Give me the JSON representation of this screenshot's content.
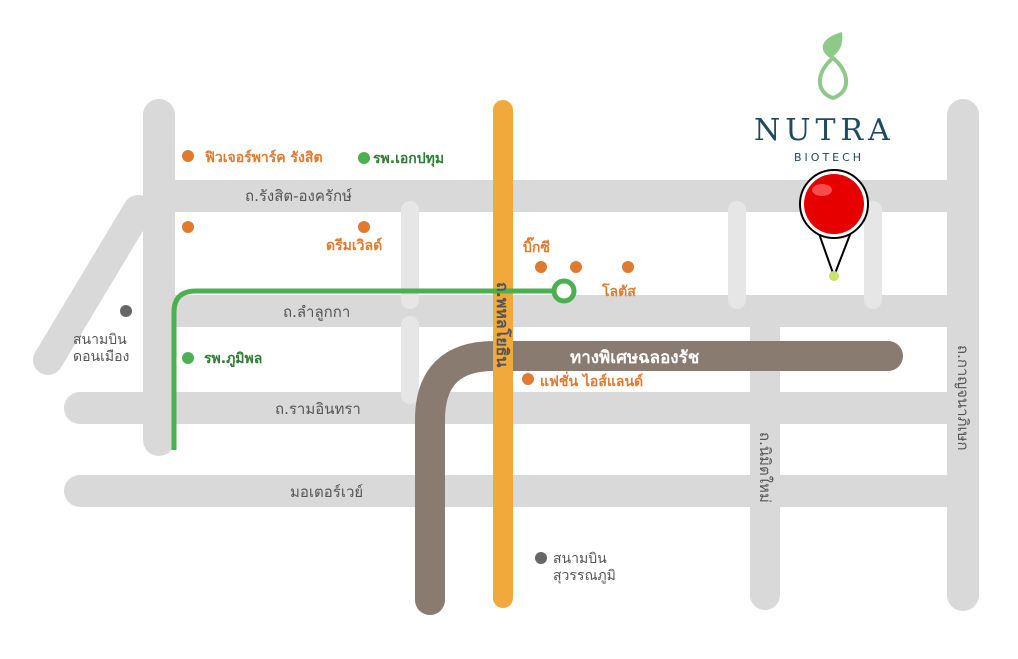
{
  "brand": {
    "name": "NUTRA",
    "sub": "BIOTECH",
    "accent": "#1f4b5e",
    "leaf_color": "#8fc98a"
  },
  "colors": {
    "road": "#d9d9d9",
    "highway": "#f2a93b",
    "expressway": "#8a7b70",
    "rail": "#4caf50",
    "marker": "#e60000",
    "poi_orange": "#e07a2e",
    "poi_green": "#4caf50",
    "poi_gray": "#666666"
  },
  "roads": {
    "rangsit": "ถ.รังสิต-องครักษ์",
    "lamlukka": "ถ.ลำลูกกา",
    "ramintra": "ถ.รามอินทรา",
    "motorway": "มอเตอร์เวย์",
    "phahonyothin": "ถ.พหลโยธิน",
    "kanchanaphisek": "ถ.กาญจนาภิเษก",
    "nimitmai": "ถ.นิมิตใหม่",
    "expressway": "ทางพิเศษฉลองรัช"
  },
  "pois": {
    "future_park": "ฟิวเจอร์พาร์ค รังสิต",
    "ekachai_hosp": "รพ.เอกปทุม",
    "dream_world": "ดรีมเวิลด์",
    "bigc": "บิ๊กซี",
    "lotus": "โลตัส",
    "don_mueang_1": "สนามบิน",
    "don_mueang_2": "ดอนเมือง",
    "bhumibol_hosp": "รพ.ภูมิพล",
    "fashion_island": "แฟชั่น ไอส์แลนด์",
    "suvarnabhumi_1": "สนามบิน",
    "suvarnabhumi_2": "สุวรรณภูมิ"
  }
}
